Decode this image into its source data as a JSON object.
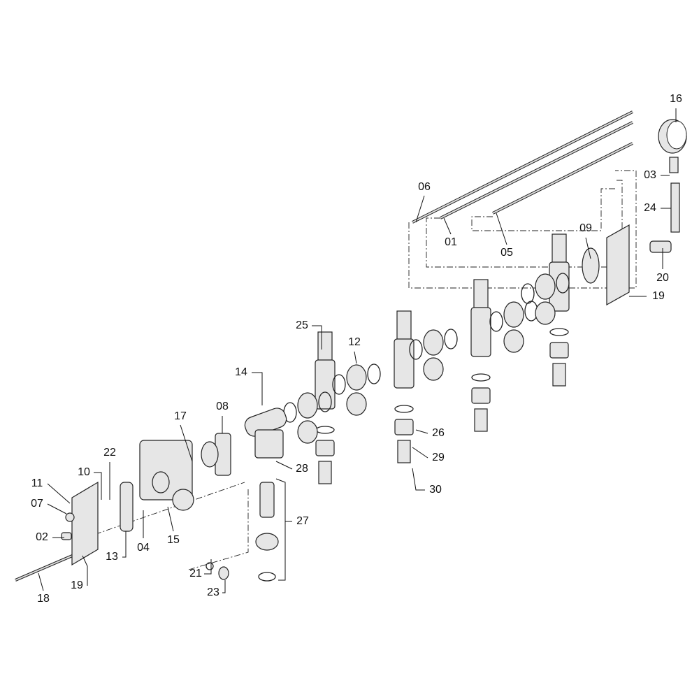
{
  "title": "Manifold exploded parts diagram",
  "callouts": [
    {
      "id": "16",
      "text": "16"
    },
    {
      "id": "03",
      "text": "03"
    },
    {
      "id": "24",
      "text": "24"
    },
    {
      "id": "20",
      "text": "20"
    },
    {
      "id": "19a",
      "text": "19"
    },
    {
      "id": "09",
      "text": "09"
    },
    {
      "id": "06",
      "text": "06"
    },
    {
      "id": "01",
      "text": "01"
    },
    {
      "id": "05",
      "text": "05"
    },
    {
      "id": "25",
      "text": "25"
    },
    {
      "id": "12",
      "text": "12"
    },
    {
      "id": "14",
      "text": "14"
    },
    {
      "id": "08",
      "text": "08"
    },
    {
      "id": "17",
      "text": "17"
    },
    {
      "id": "22",
      "text": "22"
    },
    {
      "id": "10",
      "text": "10"
    },
    {
      "id": "11",
      "text": "11"
    },
    {
      "id": "07",
      "text": "07"
    },
    {
      "id": "02",
      "text": "02"
    },
    {
      "id": "13",
      "text": "13"
    },
    {
      "id": "04",
      "text": "04"
    },
    {
      "id": "15",
      "text": "15"
    },
    {
      "id": "19b",
      "text": "19"
    },
    {
      "id": "18",
      "text": "18"
    },
    {
      "id": "21",
      "text": "21"
    },
    {
      "id": "23",
      "text": "23"
    },
    {
      "id": "28",
      "text": "28"
    },
    {
      "id": "27",
      "text": "27"
    },
    {
      "id": "26",
      "text": "26"
    },
    {
      "id": "29",
      "text": "29"
    },
    {
      "id": "30",
      "text": "30"
    }
  ]
}
